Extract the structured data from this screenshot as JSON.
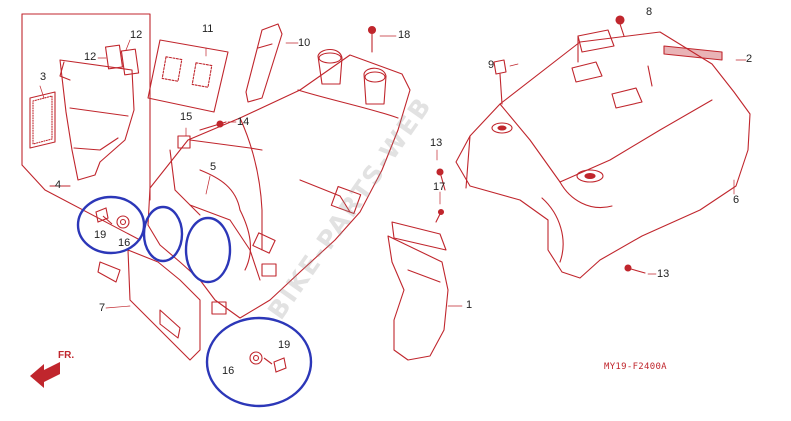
{
  "diagram": {
    "part_code": "MY19-F2400A",
    "front_label": "FR.",
    "watermark": "BIKE-PARTS-WEB",
    "line_color": "#c0262d",
    "highlight_color": "#2c37b8",
    "labels": {
      "p1": "1",
      "p2": "2",
      "p3": "3",
      "p4": "4",
      "p5": "5",
      "p6": "6",
      "p7": "7",
      "p8": "8",
      "p9": "9",
      "p10": "10",
      "p11": "11",
      "p12a": "12",
      "p12b": "12",
      "p13a": "13",
      "p13b": "13",
      "p14": "14",
      "p15": "15",
      "p16a": "16",
      "p16b": "16",
      "p17": "17",
      "p18": "18",
      "p19a": "19",
      "p19b": "19"
    }
  }
}
